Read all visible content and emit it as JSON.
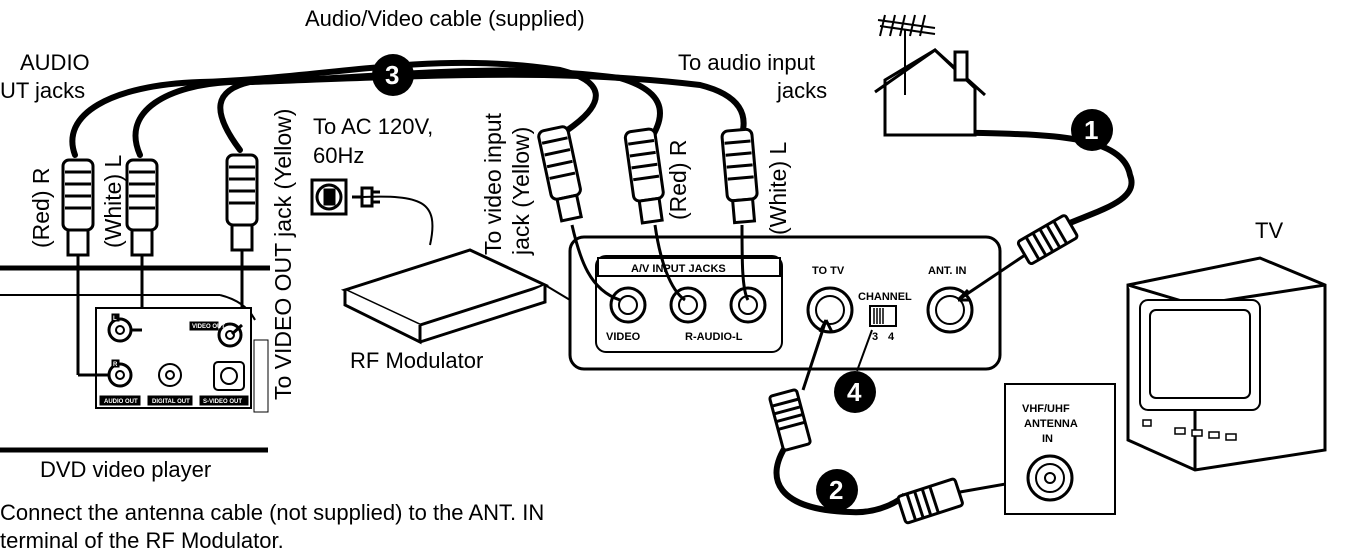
{
  "labels": {
    "cable_supplied": "Audio/Video cable (supplied)",
    "audio_out_line1": "AUDIO",
    "audio_out_line2": "UT jacks",
    "to_audio_input_line1": "To audio input",
    "to_audio_input_line2": "jacks",
    "ac_line1": "To AC 120V,",
    "ac_line2": "60Hz",
    "rf_modulator": "RF Modulator",
    "dvd_player": "DVD video player",
    "tv": "TV",
    "red_r_left": "(Red) R",
    "white_l_left": "(White) L",
    "video_out_jack": "To VIDEO OUT jack (Yellow)",
    "to_video_input": "To video input",
    "jack_yellow": "jack (Yellow)",
    "red_r_right": "(Red) R",
    "white_l_right": "(White) L",
    "instruction_line1": "Connect the antenna cable (not supplied) to the ANT. IN",
    "instruction_line2": "terminal of the RF Modulator."
  },
  "panel": {
    "av_input_jacks": "A/V INPUT JACKS",
    "video": "VIDEO",
    "r_audio_l": "R-AUDIO-L",
    "to_tv": "TO TV",
    "ant_in": "ANT. IN",
    "channel": "CHANNEL",
    "ch3": "3",
    "ch4": "4"
  },
  "dvd_panel": {
    "video_out": "VIDEO OUT",
    "audio_out": "AUDIO OUT",
    "digital_out": "DIGITAL OUT",
    "svideo_out": "S-VIDEO OUT",
    "jack_l": "L",
    "jack_r": "R"
  },
  "tv_panel": {
    "line1": "VHF/UHF",
    "line2": "ANTENNA",
    "line3": "IN"
  },
  "steps": {
    "s1": "1",
    "s2": "2",
    "s3": "3",
    "s4": "4"
  }
}
